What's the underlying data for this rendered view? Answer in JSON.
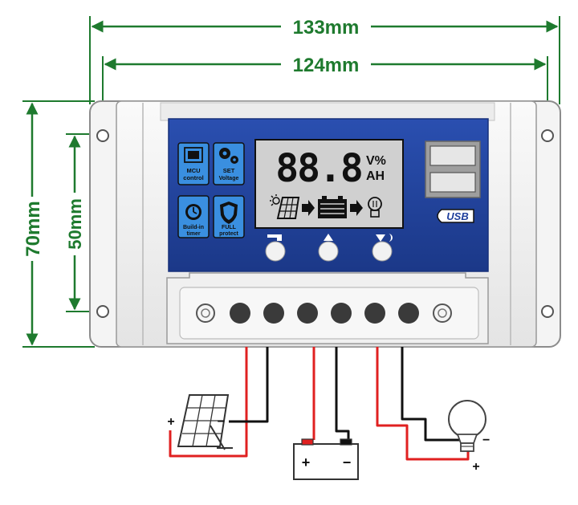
{
  "dimensions": {
    "total_width": "133mm",
    "hole_spacing_width": "124mm",
    "total_height": "70mm",
    "hole_spacing_height": "50mm"
  },
  "icons": {
    "mcu_line1": "MCU",
    "mcu_line2": "control",
    "set_line1": "SET",
    "set_line2": "Voltage",
    "timer_line1": "Build-in",
    "timer_line2": "timer",
    "protect_line1": "FULL",
    "protect_line2": "protect"
  },
  "lcd": {
    "digits": "88.8",
    "unit_top": "V%",
    "unit_bottom": "AH"
  },
  "usb_label": "USB",
  "terminals": {
    "solar_plus": "+",
    "solar_minus": "−",
    "battery_plus": "+",
    "battery_minus": "−",
    "load_plus": "+",
    "load_minus": "−"
  },
  "colors": {
    "dimension": "#1e7a2e",
    "panel_blue": "#1f3f9c",
    "lcd": "#cfcfcf",
    "wire_red": "#e02020",
    "wire_black": "#111111",
    "body": "#f2f2f2"
  }
}
